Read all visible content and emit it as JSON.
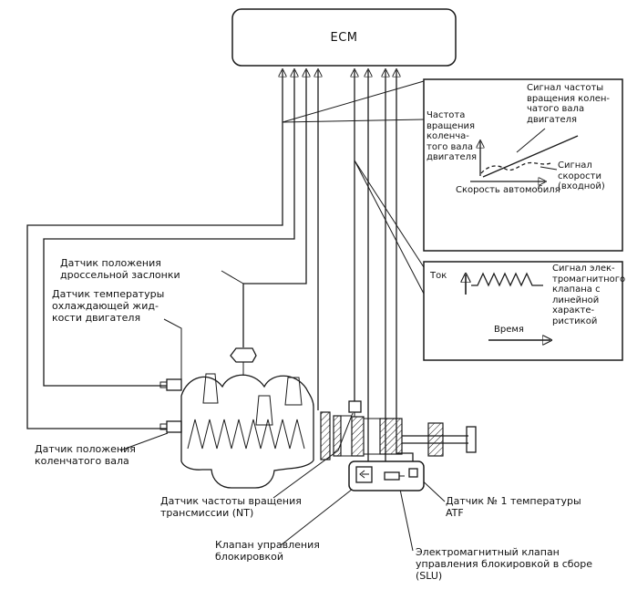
{
  "diagram": {
    "ecm": "ECM",
    "labels": {
      "throttle": "Датчик положения дроссельной заслонки",
      "coolant": "Датчик температуры охлаждающей жид-кости двигателя",
      "crank": "Датчик положения коленчатого вала",
      "nt": "Датчик частоты вращения трансмиссии (NT)",
      "lockup": "Клапан управления блокировкой",
      "atf": "Датчик № 1 температуры ATF",
      "slu": "Электромагнитный клапан управления блокировкой в сборе (SLU)"
    },
    "inset_speed": {
      "crank_signal": "Сигнал частоты вращения колен-чатого вала двигателя",
      "y_axis": "Частота вращения коленча-того вала двигателя",
      "speed_signal": "Сигнал скорости (входной)",
      "x_axis": "Скорость автомобиля"
    },
    "inset_solenoid": {
      "y_axis": "Ток",
      "signal": "Сигнал элек-тромагнитного клапана с линейной характе-ристикой",
      "x_axis": "Время"
    },
    "colors": {
      "line": "#1a1a1a",
      "background": "#ffffff"
    }
  }
}
